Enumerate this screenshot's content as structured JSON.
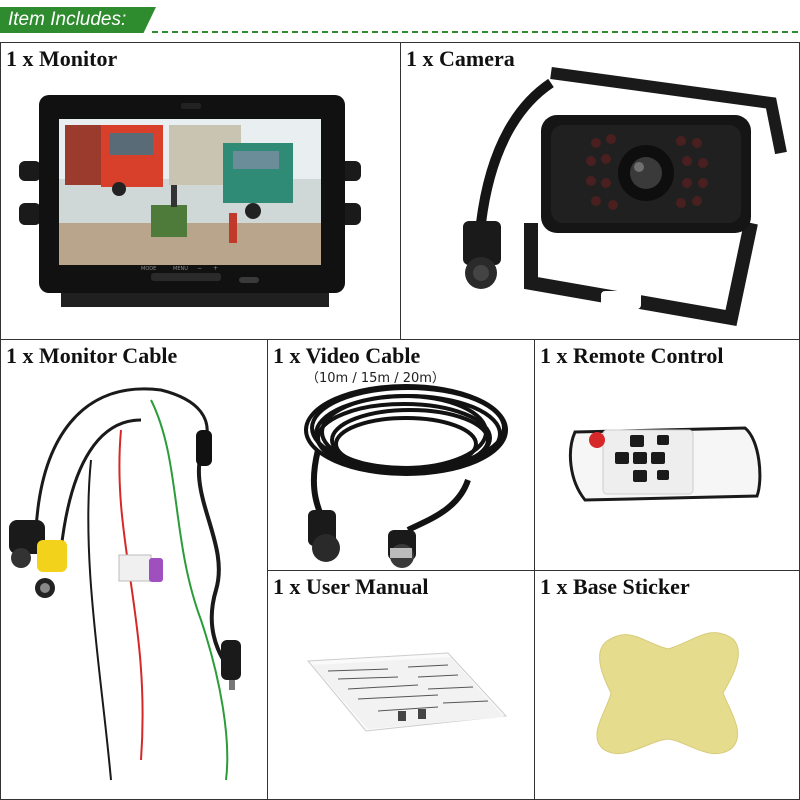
{
  "header": {
    "title": "Item Includes:"
  },
  "items": {
    "monitor": {
      "label": "1 x Monitor"
    },
    "camera": {
      "label": "1 x Camera"
    },
    "monitor_cable": {
      "label": "1 x Monitor Cable"
    },
    "video_cable": {
      "label": "1 x Video Cable",
      "lengths": "（10m / 15m / 20m）"
    },
    "remote": {
      "label": "1 x Remote Control"
    },
    "manual": {
      "label": "1 x User Manual"
    },
    "sticker": {
      "label": "1 x Base Sticker"
    }
  },
  "monitor_buttons": [
    "MODE",
    "MENU",
    "−",
    "+"
  ],
  "colors": {
    "header_green": "#2e8b2e",
    "border": "#333333",
    "yellow_plug": "#f2d21b",
    "sticker": "#e6dc8e",
    "wire_red": "#d62828",
    "wire_green": "#2a9d3a",
    "clip_purple": "#a04fbf"
  }
}
